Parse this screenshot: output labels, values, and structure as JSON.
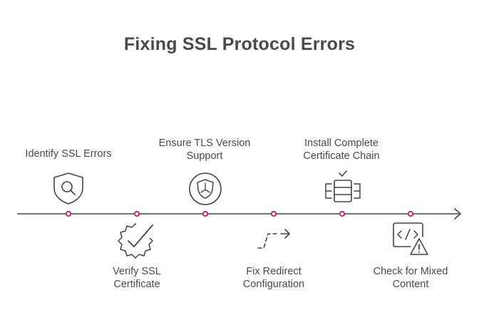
{
  "title": "Fixing SSL Protocol Errors",
  "colors": {
    "text": "#4a4a4a",
    "line": "#444444",
    "marker": "#d6157a"
  },
  "steps": [
    {
      "lines": [
        "Identify SSL Errors"
      ],
      "position": "above",
      "icon": "shield-search-icon"
    },
    {
      "lines": [
        "Verify SSL",
        "Certificate"
      ],
      "position": "below",
      "icon": "badge-check-icon"
    },
    {
      "lines": [
        "Ensure TLS Version",
        "Support"
      ],
      "position": "above",
      "icon": "shield-circle-icon"
    },
    {
      "lines": [
        "Fix Redirect",
        "Configuration"
      ],
      "position": "below",
      "icon": "redirect-arrow-icon"
    },
    {
      "lines": [
        "Install Complete",
        "Certificate Chain"
      ],
      "position": "above",
      "icon": "server-stack-icon"
    },
    {
      "lines": [
        "Check for Mixed",
        "Content"
      ],
      "position": "below",
      "icon": "code-warning-icon"
    }
  ]
}
